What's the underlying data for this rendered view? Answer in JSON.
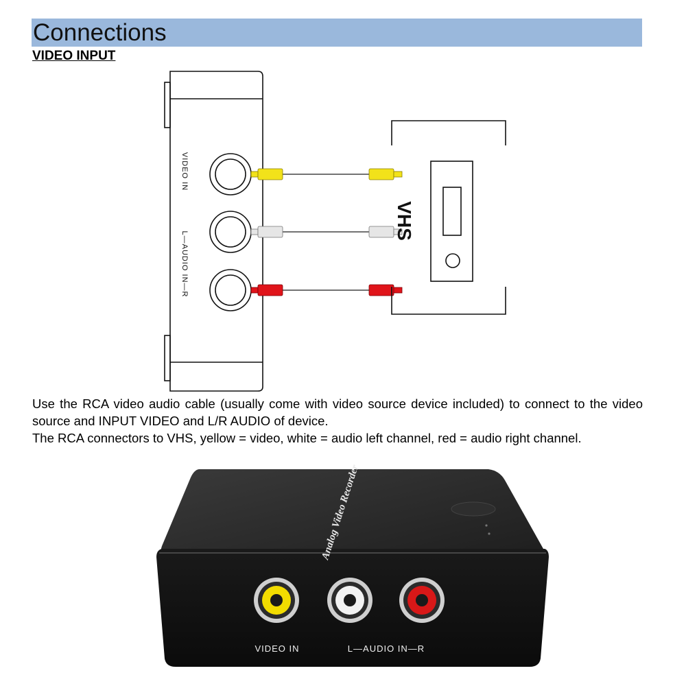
{
  "header": {
    "title": "Connections",
    "subtitle": "VIDEO INPUT"
  },
  "diagram": {
    "port_labels": {
      "video_in": "VIDEO IN",
      "audio_in": "L—AUDIO IN—R"
    },
    "vhs_label": "VHS",
    "colors": {
      "yellow": "#f2e21a",
      "white": "#e6e6e6",
      "red": "#e0141a"
    }
  },
  "body": {
    "paragraph1": "Use the RCA video audio cable (usually come with video source device included) to connect to the video source and INPUT VIDEO and L/R AUDIO of device.",
    "paragraph2": "The RCA connectors to VHS, yellow = video, white = audio left channel, red = audio right channel."
  },
  "device_photo": {
    "brand_text": "Analog Video Recorder",
    "label_video_in": "VIDEO IN",
    "label_audio_in": "L—AUDIO IN—R"
  }
}
